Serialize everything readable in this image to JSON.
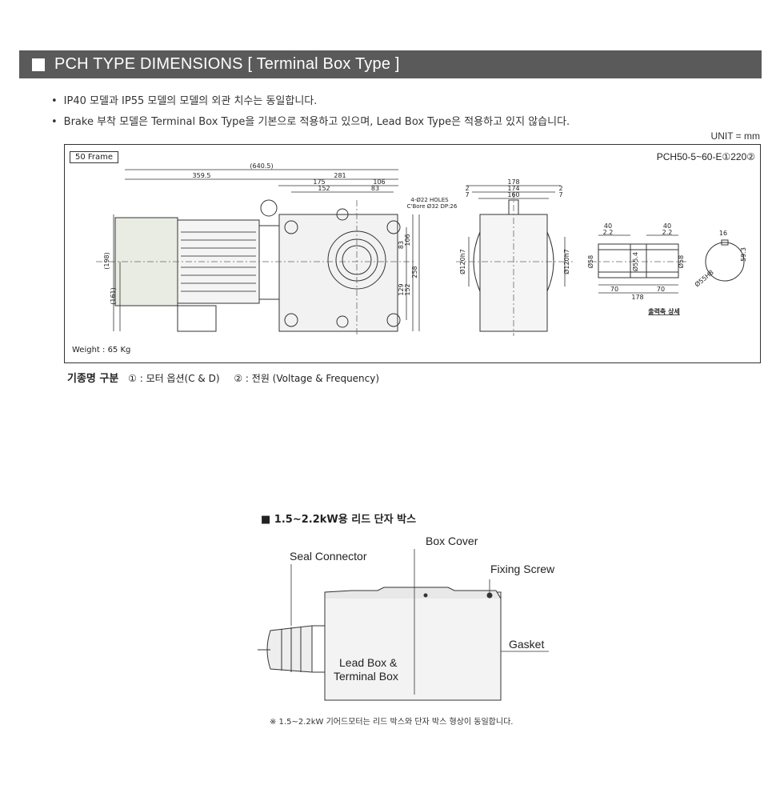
{
  "header": {
    "title": "PCH TYPE DIMENSIONS [ Terminal Box Type ]"
  },
  "notes": [
    "IP40 모델과 IP55 모델의 모델의 외관 치수는 동일합니다.",
    "Brake 부착 모델은 Terminal Box Type을 기본으로 적용하고 있으며, Lead Box Type은 적용하고 있지 않습니다."
  ],
  "unit": "UNIT = mm",
  "drawing": {
    "frame": "50 Frame",
    "model": "PCH50-5~60-E①220②",
    "weight": "Weight : 65 Kg",
    "dims": {
      "total": "(640.5)",
      "motor": "359.5",
      "gear": "281",
      "d175": "175",
      "d106": "106",
      "d152": "152",
      "d83": "83",
      "holes": "4-Ø22 HOLES",
      "cbore": "C'Bore Ø32 DP:26",
      "h198": "(198)",
      "h161": "(161)",
      "v106": "106",
      "v83": "83",
      "v129": "129",
      "v152": "152",
      "v258": "258",
      "w178": "178",
      "w174": "174",
      "w160": "160",
      "w2a": "2",
      "w7a": "7",
      "w2b": "2",
      "w7b": "7",
      "pilot": "Ø120h7",
      "s40a": "40",
      "s22a": "2.2",
      "s40b": "40",
      "s22b": "2.2",
      "s58a": "Ø58",
      "s554": "Ø55.4",
      "s58b": "Ø58",
      "s70a": "70",
      "s70b": "70",
      "s178": "178",
      "s16": "16",
      "s593": "59.3",
      "s55h": "Ø55H8",
      "shaft_caption": "출력축 상세"
    }
  },
  "naming": {
    "label": "기종명 구분",
    "opt1": "① : 모터 옵션(C & D)",
    "opt2": "② : 전원 (Voltage & Frequency)"
  },
  "leadbox": {
    "title": "■  1.5~2.2kW용 리드 단자 박스",
    "box_cover": "Box Cover",
    "seal": "Seal Connector",
    "fixing": "Fixing Screw",
    "gasket": "Gasket",
    "inner1": "Lead Box &",
    "inner2": "Terminal Box",
    "note": "※ 1.5~2.2kW 기어드모터는 리드 박스와 단자 박스 형상이 동일합니다."
  }
}
